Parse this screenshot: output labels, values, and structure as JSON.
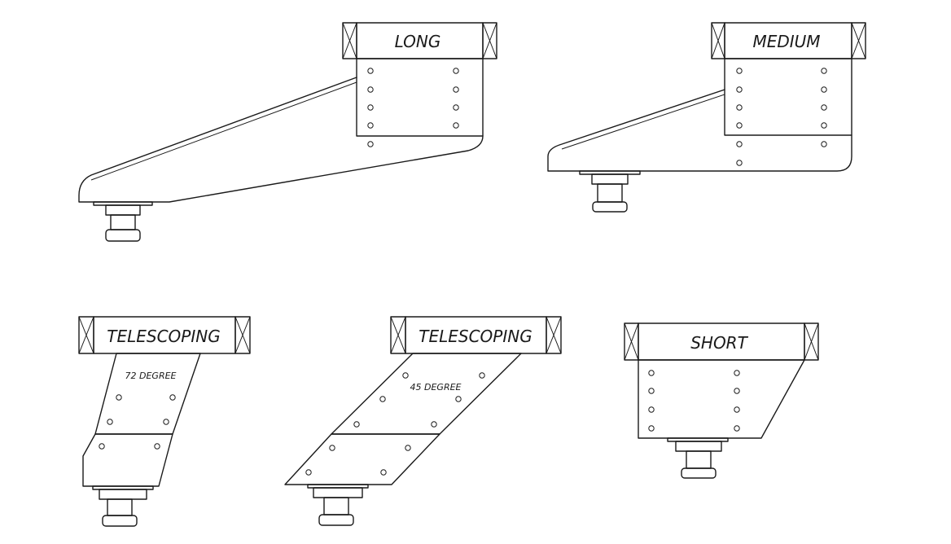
{
  "diagram": {
    "long": {
      "label": "LONG"
    },
    "medium": {
      "label": "MEDIUM"
    },
    "short": {
      "label": "SHORT"
    },
    "telescoping_72": {
      "label": "TELESCOPING",
      "angle_label": "72 DEGREE"
    },
    "telescoping_45": {
      "label": "TELESCOPING",
      "angle_label": "45 DEGREE"
    }
  },
  "colors": {
    "line": "#1a1a1a",
    "background": "#ffffff"
  }
}
